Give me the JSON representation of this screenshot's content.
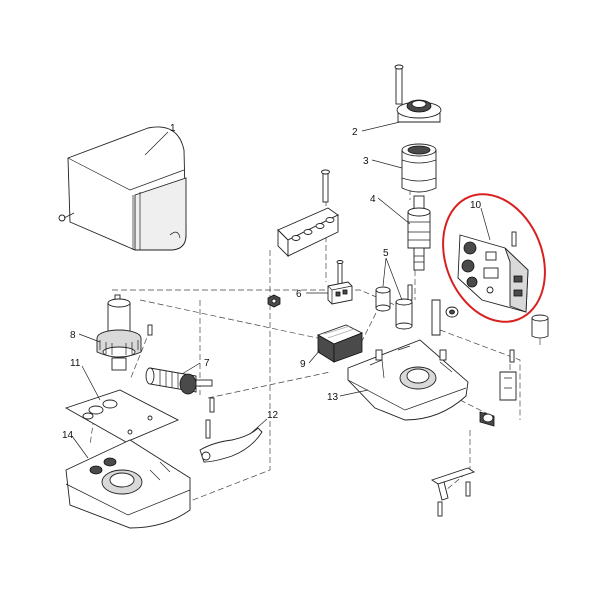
{
  "diagram": {
    "callouts": [
      {
        "id": "c1",
        "label": "1"
      },
      {
        "id": "c2",
        "label": "2"
      },
      {
        "id": "c3",
        "label": "3"
      },
      {
        "id": "c4",
        "label": "4"
      },
      {
        "id": "c5",
        "label": "5"
      },
      {
        "id": "c6",
        "label": "6"
      },
      {
        "id": "c7",
        "label": "7"
      },
      {
        "id": "c8",
        "label": "8"
      },
      {
        "id": "c9",
        "label": "9"
      },
      {
        "id": "c10",
        "label": "10"
      },
      {
        "id": "c11",
        "label": "11"
      },
      {
        "id": "c12",
        "label": "12"
      },
      {
        "id": "c13",
        "label": "13"
      },
      {
        "id": "c14",
        "label": "14"
      }
    ],
    "highlight_color": "#d92020",
    "highlighted_part": "10"
  }
}
